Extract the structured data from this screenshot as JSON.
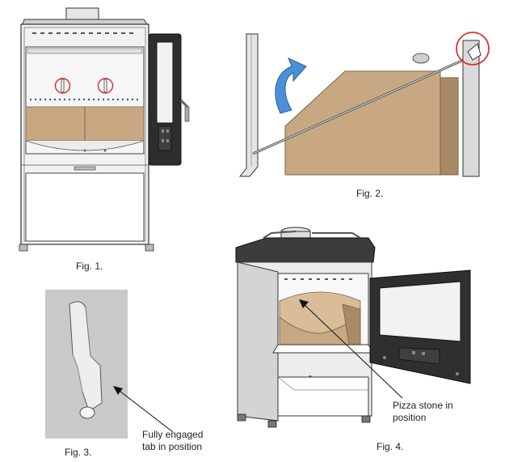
{
  "figures": {
    "fig1": {
      "caption": "Fig. 1."
    },
    "fig2": {
      "caption": "Fig. 2."
    },
    "fig3": {
      "caption": "Fig. 3.",
      "annotation_line1": "Fully engaged",
      "annotation_line2": "tab in position"
    },
    "fig4": {
      "caption": "Fig. 4.",
      "annotation_line1": "Pizza stone in",
      "annotation_line2": "position"
    }
  },
  "colors": {
    "steel": "#d9d9d9",
    "steel_dark": "#9a9a9a",
    "outline": "#333333",
    "stone": "#c8a882",
    "stone_dark": "#a88a66",
    "arrow_blue": "#4a90d9",
    "highlight_red": "#e03030",
    "fig3_bg": "#c9c9c9"
  }
}
